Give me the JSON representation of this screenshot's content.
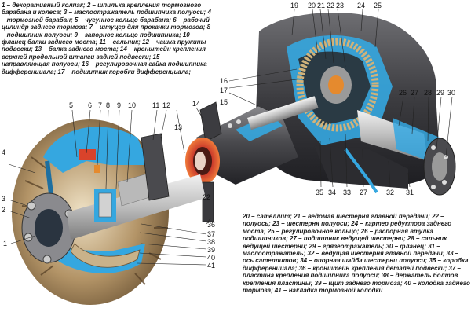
{
  "legend_top": "1 – декоративный колпак; 2 – шпилька крепления тормозного барабана и колеса; 3 – маслоотражатель подшипника полуоси; 4 – тормозной барабан; 5 – чугунное кольцо барабана; 6 – рабочий цилиндр заднего тормоза; 7 – штуцер для прокачки тормозов; 8 – подшипник полуоси; 9 – запорное кольцо подшипника; 10 – фланец балки заднего моста; 11 – сальник; 12 – чашка пружины подвески; 13 – балка заднего моста; 14 – кронштейн крепления верхней продольной штанги задней подвески; 15 – направляющая полуоси; 16 – регулировочная гайка подшипника дифференциала; 17 – подшипник коробки дифференциала;",
  "legend_bottom": "20 – сателлит; 21 – ведомая шестерня главной передачи; 22 – полуось; 23 – шестерня полуоси; 24 – картер редуктора заднего моста; 25 – регулировочное кольцо; 26 – распорная втулка подшипников; 27 – подшипник ведущей шестерни; 28 – сальник ведущей шестерни; 29 – грязеотражатель; 30 – фланец; 31 – маслоотражатель; 32 – ведущая шестерня главной передачи; 33 – ось сателлитов; 34 – опорная шайба шестерни полуоси; 35 – коробка дифференциала; 36 – кронштейн крепления деталей подвески; 37 – пластина крепления подшипника полуоси; 38 – держатель болтов крепления пластины; 39 – щит заднего тормоза; 40 – колодка заднего тормоза; 41 – накладка тормозной колодки",
  "callouts": [
    {
      "n": "1"
    },
    {
      "n": "2"
    },
    {
      "n": "3"
    },
    {
      "n": "4"
    },
    {
      "n": "5"
    },
    {
      "n": "6"
    },
    {
      "n": "7"
    },
    {
      "n": "8"
    },
    {
      "n": "9"
    },
    {
      "n": "10"
    },
    {
      "n": "11"
    },
    {
      "n": "12"
    },
    {
      "n": "13"
    },
    {
      "n": "14"
    },
    {
      "n": "15"
    },
    {
      "n": "16"
    },
    {
      "n": "17"
    },
    {
      "n": "19"
    },
    {
      "n": "20"
    },
    {
      "n": "21"
    },
    {
      "n": "22"
    },
    {
      "n": "23"
    },
    {
      "n": "24"
    },
    {
      "n": "25"
    },
    {
      "n": "26"
    },
    {
      "n": "27"
    },
    {
      "n": "28"
    },
    {
      "n": "29"
    },
    {
      "n": "30"
    },
    {
      "n": "22"
    },
    {
      "n": "35"
    },
    {
      "n": "34"
    },
    {
      "n": "33"
    },
    {
      "n": "27"
    },
    {
      "n": "32"
    },
    {
      "n": "31"
    },
    {
      "n": "36"
    },
    {
      "n": "37"
    },
    {
      "n": "38"
    },
    {
      "n": "39"
    },
    {
      "n": "40"
    },
    {
      "n": "41"
    }
  ],
  "colors": {
    "housing": "#3a3a3c",
    "cutaway": "#35a7e0",
    "steel": "#c9c9c9",
    "bronze": "#b89a6a",
    "accent_red": "#d9432b",
    "accent_orange": "#e58a2e"
  }
}
